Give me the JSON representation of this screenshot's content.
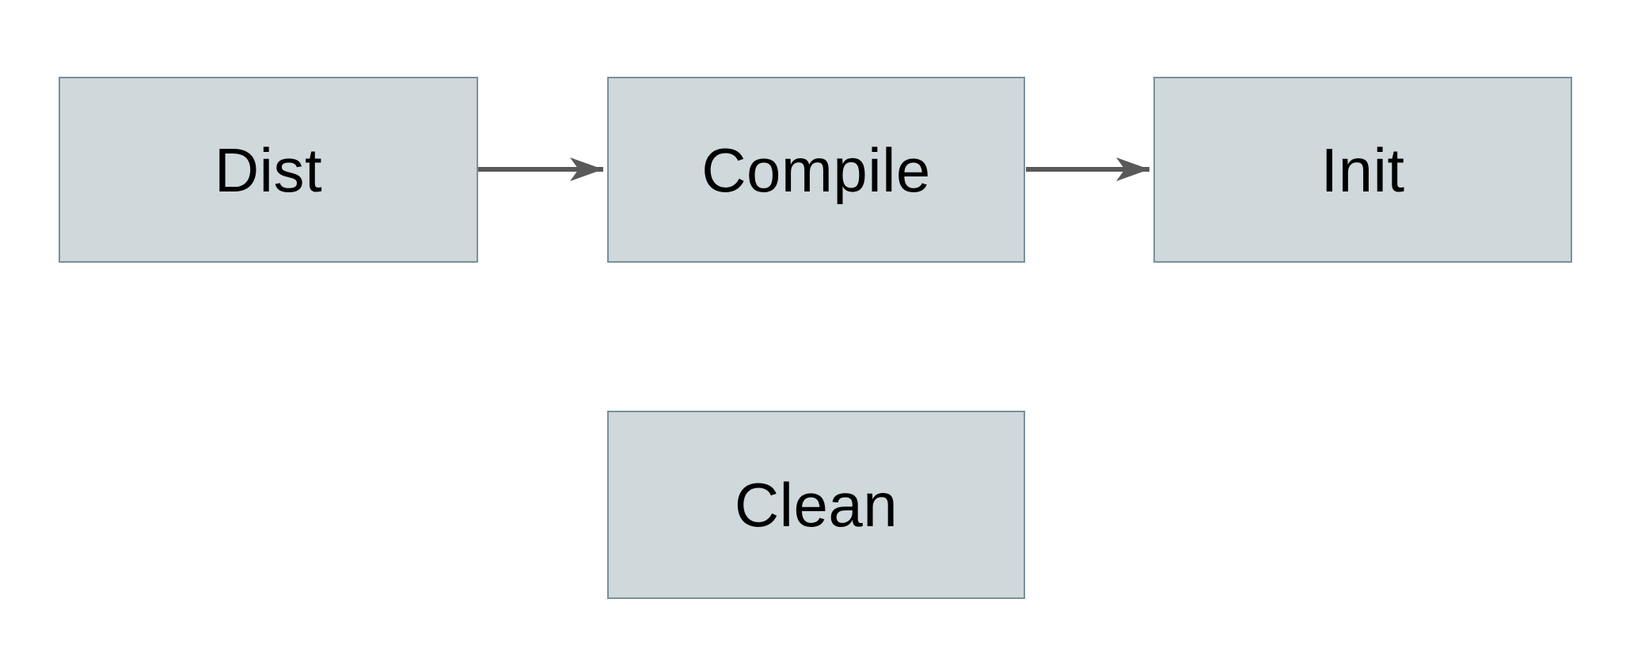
{
  "colors": {
    "background": "#ffffff",
    "node_fill": "#cfd8db",
    "node_border": "#7a909c",
    "arrow": "#595959",
    "label": "#000000"
  },
  "diagram": {
    "type": "flowchart",
    "nodes": [
      {
        "id": "dist",
        "label": "Dist"
      },
      {
        "id": "compile",
        "label": "Compile"
      },
      {
        "id": "init",
        "label": "Init"
      },
      {
        "id": "clean",
        "label": "Clean"
      }
    ],
    "edges": [
      {
        "from": "dist",
        "to": "compile",
        "direction": "right"
      },
      {
        "from": "compile",
        "to": "init",
        "direction": "right"
      }
    ]
  }
}
